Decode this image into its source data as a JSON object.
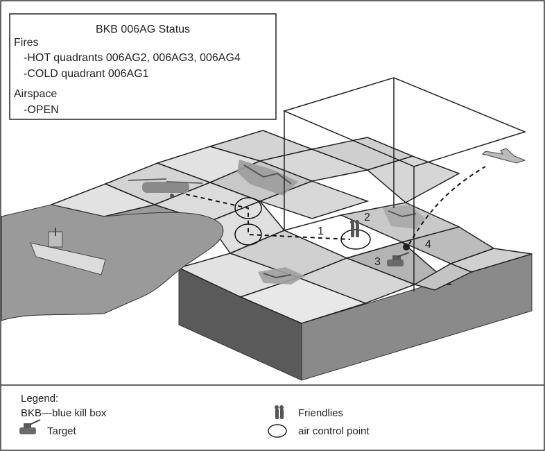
{
  "status_box": {
    "title": "BKB 006AG Status",
    "fires_heading": "Fires",
    "hot_line": "-HOT quadrants 006AG2, 006AG3, 006AG4",
    "cold_line": "-COLD quadrant 006AG1",
    "airspace_heading": "Airspace",
    "airspace_line": "-OPEN"
  },
  "quadrant_labels": [
    "1",
    "2",
    "3",
    "4"
  ],
  "legend": {
    "heading": "Legend:",
    "bkb": "BKB—blue kill box",
    "target": "Target",
    "friendlies": "Friendlies",
    "acp": "air control point"
  },
  "icons": [
    "helicopter-icon",
    "ship-icon",
    "jet-icon",
    "tank-icon",
    "friendlies-icon",
    "air-control-point-icon",
    "mountain-icon"
  ],
  "colors": {
    "water": "#9a9a9a",
    "grid_light": "#e2e2e2",
    "grid_mid": "#d4d4d4",
    "grid_dark": "#b6b6b6",
    "block_front": "#5c5c5c",
    "block_right": "#8a8a8a",
    "cold_quadrant": "#ffffff"
  }
}
